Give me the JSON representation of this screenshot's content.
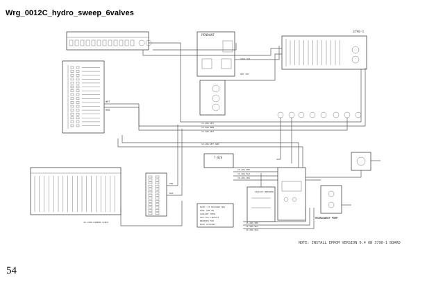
{
  "header": {
    "title": "Wrg_0012C_hydro_sweep_6valves"
  },
  "footer": {
    "page_number": "54"
  },
  "diagram": {
    "pendant_label": "PENDANT",
    "board_label": "3790-1",
    "transformer_label": "T-820",
    "pump_label": "HYDROSWEEP PUMP",
    "circuit_breaker_label": "CIRCUIT BREAKER",
    "note_install": "NOTE: INSTALL EPROM VERSION 6.4 ON 3790-1 BOARD",
    "note_box": [
      "NOTE: IF MACHINE HAS",
      "DUAL AMP ON",
      "COOLANT THEN",
      "USE 15A CIRCUIT",
      "BREAKER FOR",
      "BOTH OPTIONS"
    ],
    "ribbon_cable_label": "40 COND RIBBON CABLE",
    "wire_labels": {
      "wht_a": "16 AWG WHT",
      "wht_b": "16 AWG WHT",
      "brn": "16 AWG BRN",
      "wht_grn": "16 AWG WHT GRN",
      "red": "16 AWG RED",
      "blk": "16 AWG BLK",
      "blk_b": "16 AWG BLK",
      "ora": "16 AWG ORA",
      "red_b": "16 AWG RED",
      "wht_c": "16 AWG WHT"
    },
    "signal_labels": {
      "pendant_out": "SHLD OUT",
      "pendant_out2": "WHT SHT",
      "bk": "BLK",
      "wht": "WHT",
      "red": "RED"
    }
  }
}
